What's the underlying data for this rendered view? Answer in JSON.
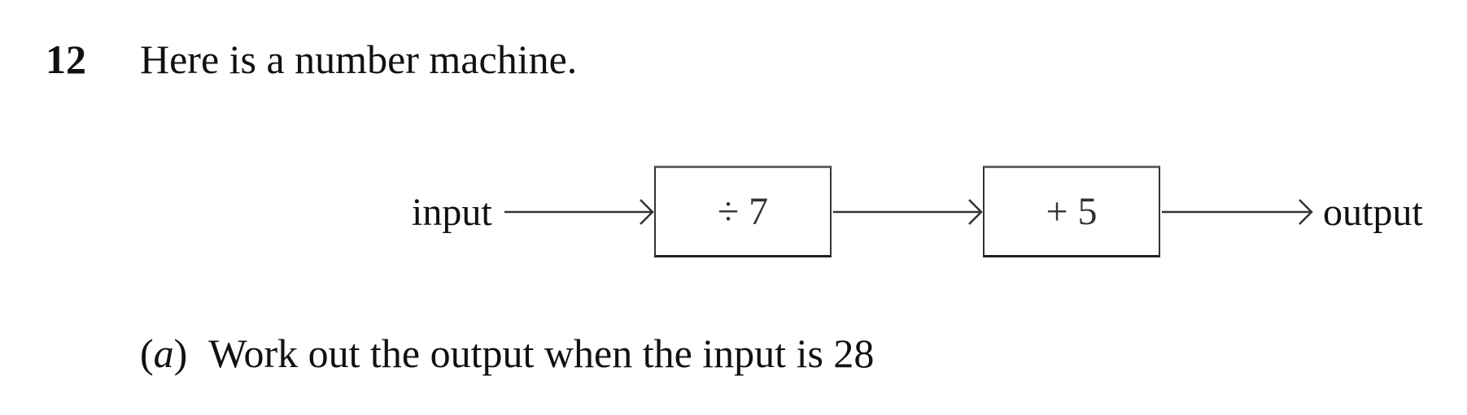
{
  "question": {
    "number": "12",
    "intro": "Here is a number machine."
  },
  "machine": {
    "input_label": "input",
    "output_label": "output",
    "steps": [
      "÷ 7",
      "+ 5"
    ]
  },
  "part_a": {
    "open": "(",
    "letter": "a",
    "close": ")",
    "text": "Work out the output when the input is 28"
  }
}
